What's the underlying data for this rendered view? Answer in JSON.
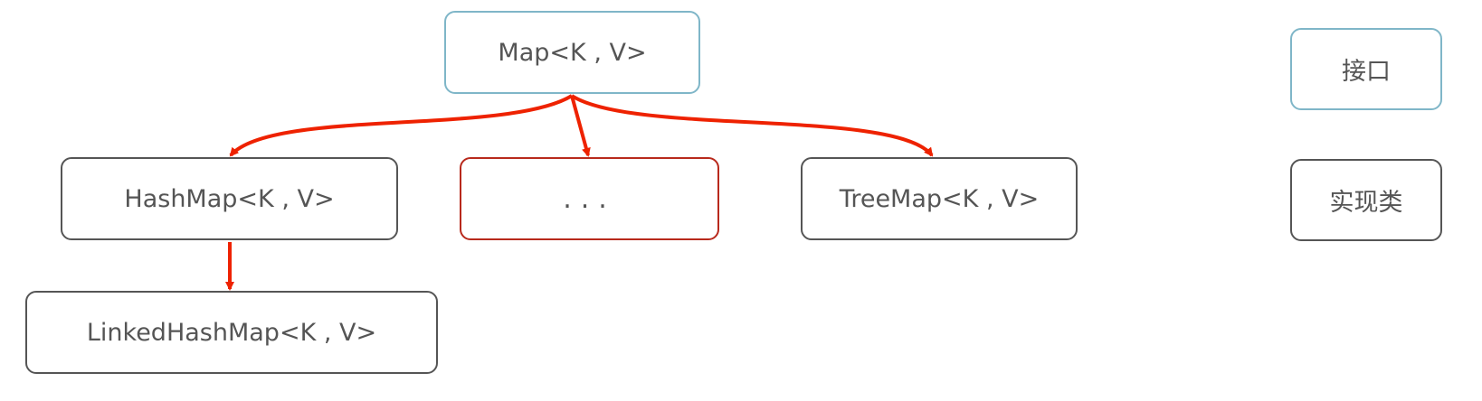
{
  "diagram": {
    "nodes": {
      "map": "Map<K , V>",
      "hashmap": "HashMap<K , V>",
      "others": "...",
      "treemap": "TreeMap<K , V>",
      "linkedhashmap": "LinkedHashMap<K , V>"
    },
    "legend": {
      "interface_label": "接口",
      "implementation_label": "实现类"
    },
    "colors": {
      "interface_border": "#7fb6c8",
      "implementation_border": "#555555",
      "other_border": "#b8291c",
      "arrow": "#ee2200"
    }
  }
}
